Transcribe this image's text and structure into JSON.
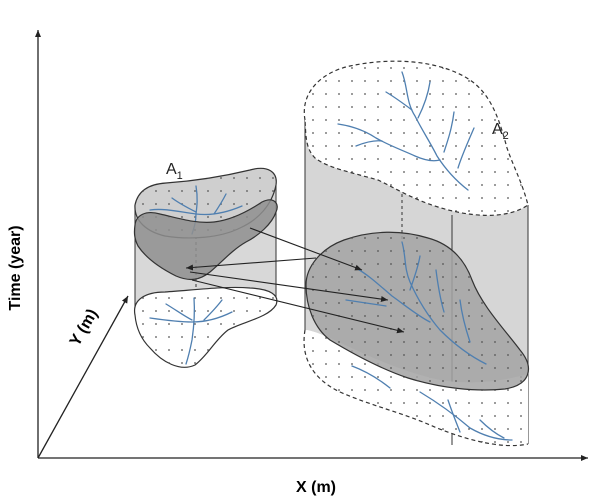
{
  "axes": {
    "x_label": "X (m)",
    "y_label": "Y (m)",
    "z_label": "Time (year)"
  },
  "regions": [
    {
      "name": "A",
      "subscript": "1"
    },
    {
      "name": "A",
      "subscript": "2"
    }
  ],
  "colors": {
    "slice_fill": "#9a9a9a",
    "cylinder_fill": "#d4d4d4",
    "river": "#4f7fb0"
  }
}
